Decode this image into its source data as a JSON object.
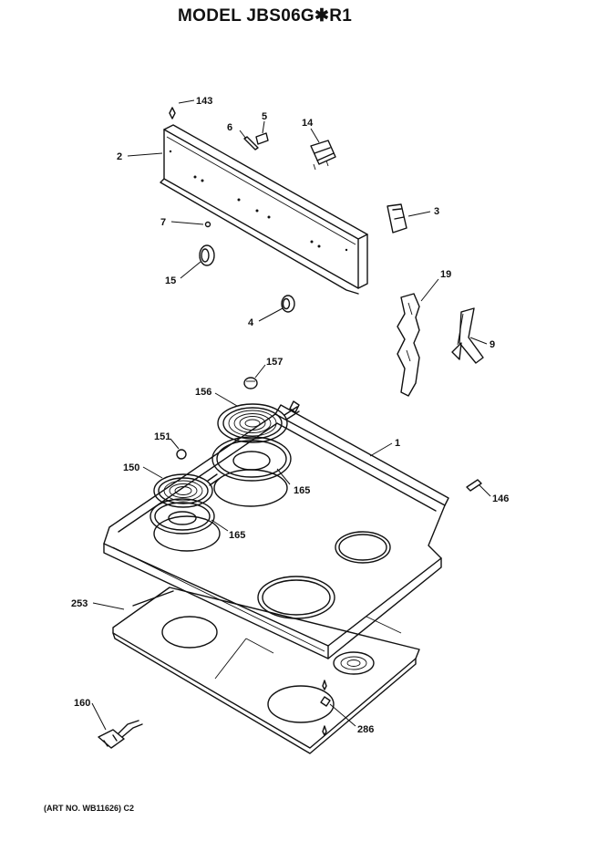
{
  "title": "MODEL JBS06G✱R1",
  "art_number": "(ART NO. WB11626) C2",
  "callouts": {
    "c143": "143",
    "c5": "5",
    "c6": "6",
    "c14": "14",
    "c2": "2",
    "c3": "3",
    "c7": "7",
    "c15": "15",
    "c4": "4",
    "c19": "19",
    "c9": "9",
    "c157": "157",
    "c156": "156",
    "c1": "1",
    "c151": "151",
    "c150": "150",
    "c165a": "165",
    "c165b": "165",
    "c146": "146",
    "c253": "253",
    "c160": "160",
    "c286": "286"
  }
}
